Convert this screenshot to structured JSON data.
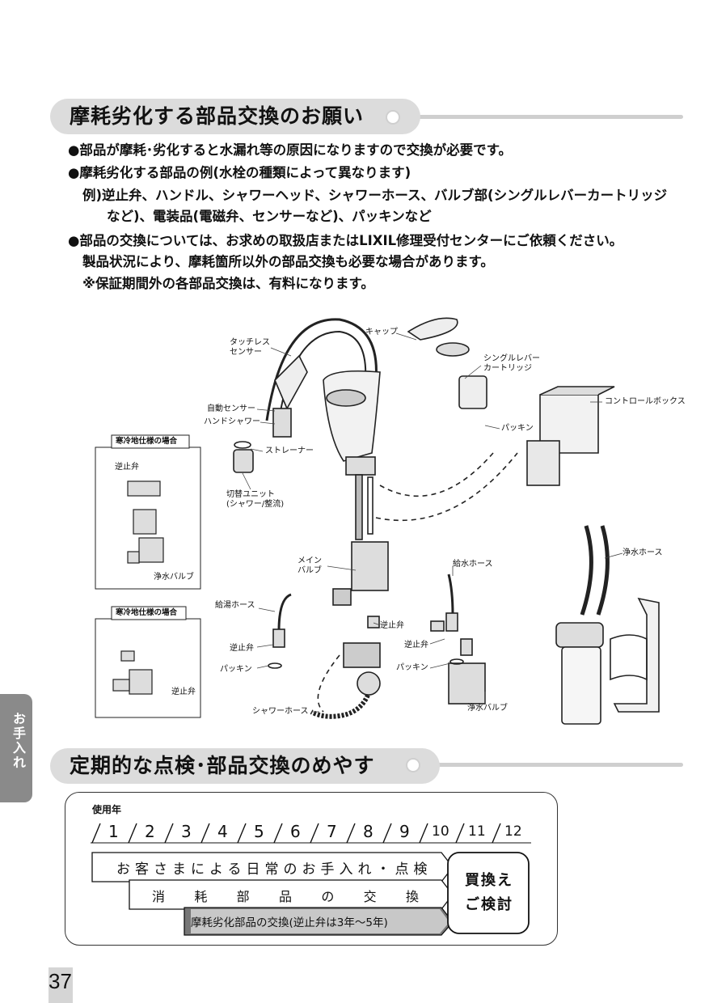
{
  "section1": {
    "title": "摩耗劣化する部品交換のお願い",
    "bullets": [
      "●部品が摩耗･劣化すると水漏れ等の原因になりますので交換が必要です。",
      "●摩耗劣化する部品の例(水栓の種類によって異なります)",
      "例)逆止弁、ハンドル、シャワーヘッド、シャワーホース、バルブ部(シングルレバーカートリッジ",
      "など)、電装品(電磁弁、センサーなど)、パッキンなど",
      "●部品の交換については、お求めの取扱店またはLIXIL修理受付センターにご依頼ください。",
      "製品状況により、摩耗箇所以外の部品交換も必要な場合があります。",
      "※保証期間外の各部品交換は、有料になります。"
    ]
  },
  "diagram": {
    "labels": {
      "touchless_sensor": "タッチレス\nセンサー",
      "cap": "キャップ",
      "cartridge": "シングルレバー\nカートリッジ",
      "control_box": "コントロールボックス",
      "auto_sensor": "自動センサー",
      "hand_shower": "ハンドシャワー",
      "packing_top": "パッキン",
      "strainer": "ストレーナー",
      "switch_unit": "切替ユニット\n(シャワー/整流)",
      "main_valve": "メイン\nバルブ",
      "supply_hose": "給水ホース",
      "purified_hose": "浄水ホース",
      "hot_hose": "給湯ホース",
      "check_valve_center": "逆止弁",
      "check_valve_left": "逆止弁",
      "packing_left": "パッキン",
      "check_valve_right": "逆止弁",
      "packing_right": "パッキン",
      "purify_valve": "浄水バルブ",
      "shower_hose": "シャワーホース"
    },
    "inset1": {
      "title": "寒冷地仕様の場合",
      "check_valve": "逆止弁",
      "purify_valve": "浄水バルブ"
    },
    "inset2": {
      "title": "寒冷地仕様の場合",
      "check_valve": "逆止弁"
    }
  },
  "side_tab": "お手入れ",
  "section2": {
    "title": "定期的な点検･部品交換のめやす",
    "years_label": "使用年",
    "years": [
      "1",
      "2",
      "3",
      "4",
      "5",
      "6",
      "7",
      "8",
      "9",
      "10",
      "11",
      "12"
    ],
    "row1": "お客さまによる日常のお手入れ・点検",
    "row2": [
      "消",
      "耗",
      "部",
      "品",
      "の",
      "交",
      "換"
    ],
    "row3": "摩耗劣化部品の交換(逆止弁は3年〜5年)",
    "end_box": "買換え\nご検討"
  },
  "page_number": "37"
}
